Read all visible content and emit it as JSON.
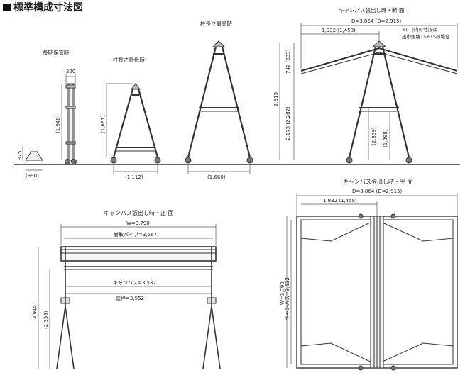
{
  "title": "標準構成寸法図",
  "side_view": {
    "storage": {
      "label": "長期保管時",
      "width": "220",
      "height": "(1,948)",
      "base_height": "375",
      "base_width": "(390)"
    },
    "min_pole": {
      "label": "柱長さ最低時",
      "height": "(1,691)",
      "width": "(1,112)"
    },
    "max_pole": {
      "label": "柱長さ最高時",
      "width": "(1,660)"
    },
    "extended": {
      "label": "キャンバス張出し時・断 面",
      "overall": "D=3,864 (D=2,915)",
      "half": "1,932 (1,458)",
      "roof": "742 (633)",
      "total_h": "2,915",
      "pole_h": "2,173 (2,282)",
      "bar_h": "(2,359)",
      "low_h": "(1,298)",
      "note1": "※(　)内の寸法は",
      "note2": "出巾規格15+15の場合"
    }
  },
  "front_view": {
    "label": "キャンバス張出し時・正 面",
    "width": "W=3,790",
    "pipe": "巻取パイプ=3,567",
    "canvas": "キャンバス=3,532",
    "front_frame": "前枠=3,552",
    "height": "2,915",
    "bar_h": "(2,359)"
  },
  "plan_view": {
    "label": "キャンバス張出し時・平 面",
    "depth": "D=3,864 (D=2,915)",
    "half": "1,932 (1,458)",
    "width": "W=3,790",
    "canvas": "キャンバス=3,532"
  }
}
